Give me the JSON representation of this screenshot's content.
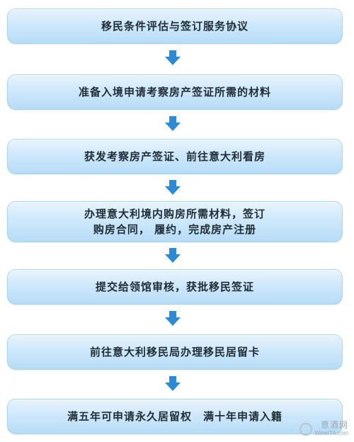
{
  "steps": [
    "移民条件评估与签订服务协议",
    "准备入境申请考察房产签证所需的材料",
    "获发考察房产签证、前往意大利看房",
    "办理意大利境内购房所需材料，签订\n购房合同， 履约，完成房产注册",
    "提交给领馆审核，获批移民签证",
    "前往意大利移民局办理移民居留卡",
    "满五年可申请永久居留权　满十年申请入籍"
  ],
  "watermark": {
    "cn": "意酒网",
    "en": "WineITA.com"
  },
  "colors": {
    "box_top": "#e8f4fd",
    "box_bottom": "#b6dcf6",
    "box_border": "#a9d3f2",
    "arrow": "#2d8ad6",
    "text": "#1f2d36"
  }
}
